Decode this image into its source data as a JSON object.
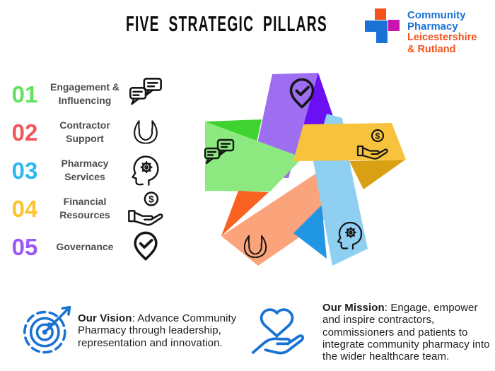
{
  "title": "FIVE STRATEGIC PILLARS",
  "logo": {
    "name_line1": "Community",
    "name_line2": "Pharmacy",
    "region_line1": "Leicestershire",
    "region_line2": "& Rutland"
  },
  "pillars": [
    {
      "num": "01",
      "label": "Engagement & Influencing",
      "color": "#5fe35f"
    },
    {
      "num": "02",
      "label": "Contractor Support",
      "color": "#f2555a"
    },
    {
      "num": "03",
      "label": "Pharmacy Services",
      "color": "#2cb9ee"
    },
    {
      "num": "04",
      "label": "Financial Resources",
      "color": "#fdc330"
    },
    {
      "num": "05",
      "label": "Governance",
      "color": "#9b59f5"
    }
  ],
  "star": {
    "purple": "#9d6ef0",
    "violet": "#6a10f3",
    "bright_green": "#3ed32f",
    "light_green": "#8ce97f",
    "yellow": "#f8c33c",
    "amber": "#d8a012",
    "salmon": "#fba47c",
    "orange": "#f96220",
    "light_blue": "#8fd0f2",
    "blue": "#2196e3"
  },
  "vision": {
    "heading": "Our Vision",
    "text": ": Advance Community Pharmacy through leadership, representation and innovation."
  },
  "mission": {
    "heading": "Our Mission",
    "text": ": Engage, empower and inspire contractors, commissioners and patients to integrate community pharmacy into the wider healthcare team."
  },
  "colors": {
    "logo_blue": "#1a73d4",
    "logo_orange": "#f4511e",
    "logo_magenta": "#c813ad",
    "accent_blue": "#1a73d4",
    "label_gray": "#4d4d4d",
    "icon_stroke": "#151515"
  }
}
